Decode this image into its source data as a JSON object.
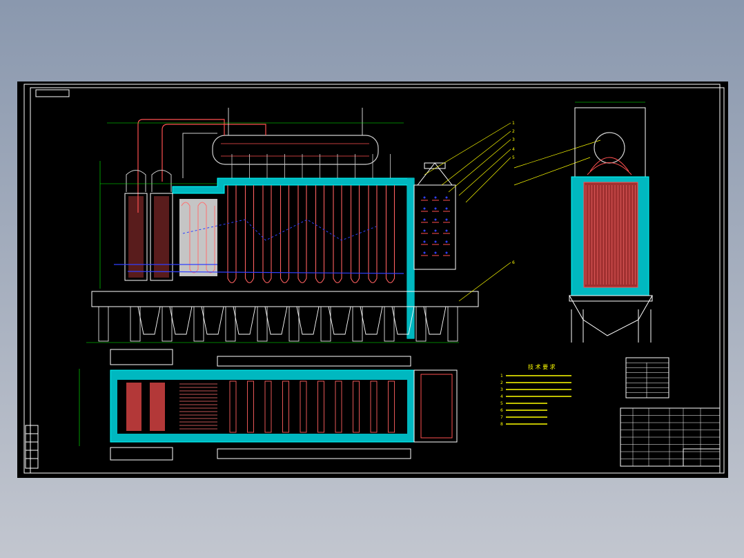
{
  "window": {
    "background_top": "#8a98ae",
    "background_bottom": "#c2c6cf",
    "canvas_color": "#000000"
  },
  "colors": {
    "frame": "#ffffff",
    "tubes": "#ff5050",
    "casing": "#00e0e0",
    "dims": "#00ff00",
    "notes": "#ffff00",
    "flow": "#3040ff",
    "steel": "#d0d0d0"
  },
  "views": [
    {
      "name": "front-elevation",
      "label": ""
    },
    {
      "name": "side-section",
      "label": ""
    },
    {
      "name": "plan-view",
      "label": ""
    }
  ],
  "leaders": [
    "1",
    "2",
    "3",
    "4",
    "5",
    "6"
  ],
  "notes": {
    "title": "技 术 要 求",
    "lines": [
      "1",
      "2",
      "3",
      "4",
      "5",
      "6",
      "7",
      "8"
    ]
  },
  "spec_table": {
    "title": "",
    "rows": 8
  },
  "title_block": {
    "title": "",
    "scale": ""
  }
}
